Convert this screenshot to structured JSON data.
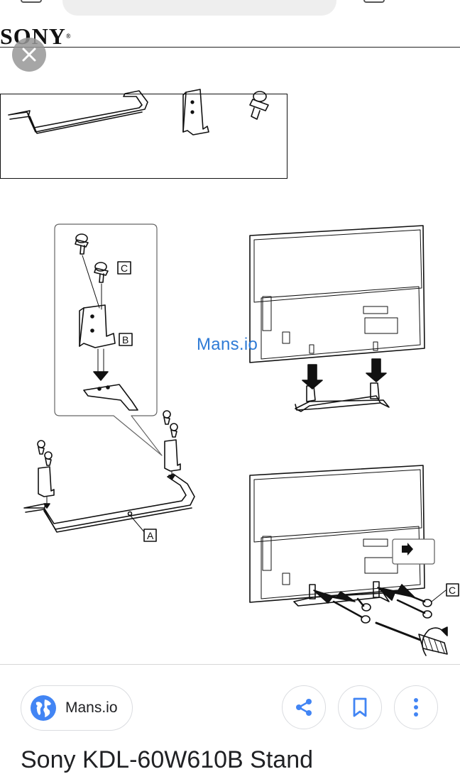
{
  "image": {
    "brand": "SONY",
    "brand_mark": "®",
    "watermark": "Mans.io",
    "callouts": {
      "a": "A",
      "b": "B",
      "c1": "C",
      "c2": "C"
    }
  },
  "bottom_bar": {
    "source_label": "Mans.io",
    "title": "Sony KDL-60W610B Stand"
  },
  "icons": {
    "close": "close-icon",
    "source": "globe-icon",
    "share": "share-icon",
    "bookmark": "bookmark-icon",
    "more": "more-vert-icon"
  },
  "colors": {
    "accent_blue": "#4285f4",
    "watermark_blue": "#2f7bd6",
    "text": "#202124",
    "border": "#dadce0"
  }
}
